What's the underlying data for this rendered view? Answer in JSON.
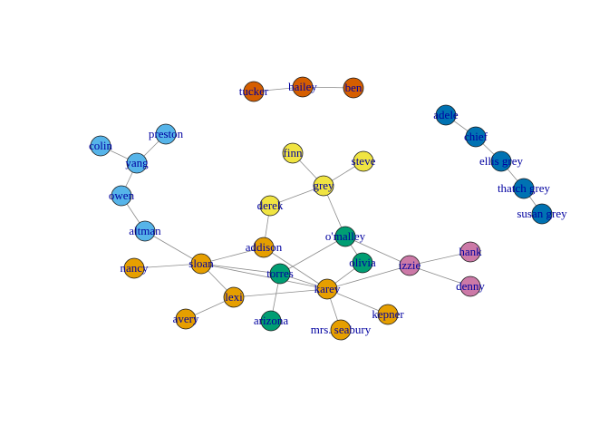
{
  "colors": {
    "orange": "#e69f00",
    "rust": "#d55e00",
    "sky": "#56b4e9",
    "blue": "#0072b2",
    "yellow": "#f0e442",
    "green": "#009e73",
    "pink": "#cc79a7",
    "edge": "#8c8c8c",
    "label": "#0000a0"
  },
  "nodes": [
    {
      "id": "tucker",
      "label": "tucker",
      "group": "rust"
    },
    {
      "id": "bailey",
      "label": "bailey",
      "group": "rust"
    },
    {
      "id": "ben",
      "label": "ben",
      "group": "rust"
    },
    {
      "id": "adele",
      "label": "adele",
      "group": "blue"
    },
    {
      "id": "chief",
      "label": "chief",
      "group": "blue"
    },
    {
      "id": "ellis-grey",
      "label": "ellis grey",
      "group": "blue"
    },
    {
      "id": "thatch-grey",
      "label": "thatch grey",
      "group": "blue"
    },
    {
      "id": "susan-grey",
      "label": "susan grey",
      "group": "blue"
    },
    {
      "id": "preston",
      "label": "preston",
      "group": "sky"
    },
    {
      "id": "colin",
      "label": "colin",
      "group": "sky"
    },
    {
      "id": "yang",
      "label": "yang",
      "group": "sky"
    },
    {
      "id": "owen",
      "label": "owen",
      "group": "sky"
    },
    {
      "id": "altman",
      "label": "altman",
      "group": "sky"
    },
    {
      "id": "finn",
      "label": "finn",
      "group": "yellow"
    },
    {
      "id": "steve",
      "label": "steve",
      "group": "yellow"
    },
    {
      "id": "grey",
      "label": "grey",
      "group": "yellow"
    },
    {
      "id": "derek",
      "label": "derek",
      "group": "yellow"
    },
    {
      "id": "omalley",
      "label": "o'malley",
      "group": "green"
    },
    {
      "id": "olivia",
      "label": "olivia",
      "group": "green"
    },
    {
      "id": "torres",
      "label": "torres",
      "group": "green"
    },
    {
      "id": "arizona",
      "label": "arizona",
      "group": "green"
    },
    {
      "id": "addison",
      "label": "addison",
      "group": "orange"
    },
    {
      "id": "sloan",
      "label": "sloan",
      "group": "orange"
    },
    {
      "id": "nancy",
      "label": "nancy",
      "group": "orange"
    },
    {
      "id": "lexi",
      "label": "lexi",
      "group": "orange"
    },
    {
      "id": "avery",
      "label": "avery",
      "group": "orange"
    },
    {
      "id": "karev",
      "label": "karev",
      "group": "orange"
    },
    {
      "id": "kepner",
      "label": "kepner",
      "group": "orange"
    },
    {
      "id": "mrs-seabury",
      "label": "mrs. seabury",
      "group": "orange"
    },
    {
      "id": "izzie",
      "label": "izzie",
      "group": "pink"
    },
    {
      "id": "hank",
      "label": "hank",
      "group": "pink"
    },
    {
      "id": "denny",
      "label": "denny",
      "group": "pink"
    }
  ],
  "edges": [
    [
      "tucker",
      "bailey"
    ],
    [
      "bailey",
      "ben"
    ],
    [
      "adele",
      "chief"
    ],
    [
      "chief",
      "ellis-grey"
    ],
    [
      "ellis-grey",
      "thatch-grey"
    ],
    [
      "thatch-grey",
      "susan-grey"
    ],
    [
      "preston",
      "yang"
    ],
    [
      "colin",
      "yang"
    ],
    [
      "yang",
      "owen"
    ],
    [
      "owen",
      "altman"
    ],
    [
      "altman",
      "sloan"
    ],
    [
      "finn",
      "grey"
    ],
    [
      "steve",
      "grey"
    ],
    [
      "grey",
      "derek"
    ],
    [
      "grey",
      "omalley"
    ],
    [
      "derek",
      "addison"
    ],
    [
      "addison",
      "sloan"
    ],
    [
      "addison",
      "karev"
    ],
    [
      "sloan",
      "nancy"
    ],
    [
      "sloan",
      "lexi"
    ],
    [
      "sloan",
      "torres"
    ],
    [
      "sloan",
      "karev"
    ],
    [
      "lexi",
      "avery"
    ],
    [
      "lexi",
      "karev"
    ],
    [
      "torres",
      "omalley"
    ],
    [
      "torres",
      "arizona"
    ],
    [
      "torres",
      "karev"
    ],
    [
      "omalley",
      "izzie"
    ],
    [
      "omalley",
      "olivia"
    ],
    [
      "karev",
      "olivia"
    ],
    [
      "karev",
      "izzie"
    ],
    [
      "karev",
      "kepner"
    ],
    [
      "karev",
      "mrs-seabury"
    ],
    [
      "izzie",
      "hank"
    ],
    [
      "izzie",
      "denny"
    ]
  ]
}
